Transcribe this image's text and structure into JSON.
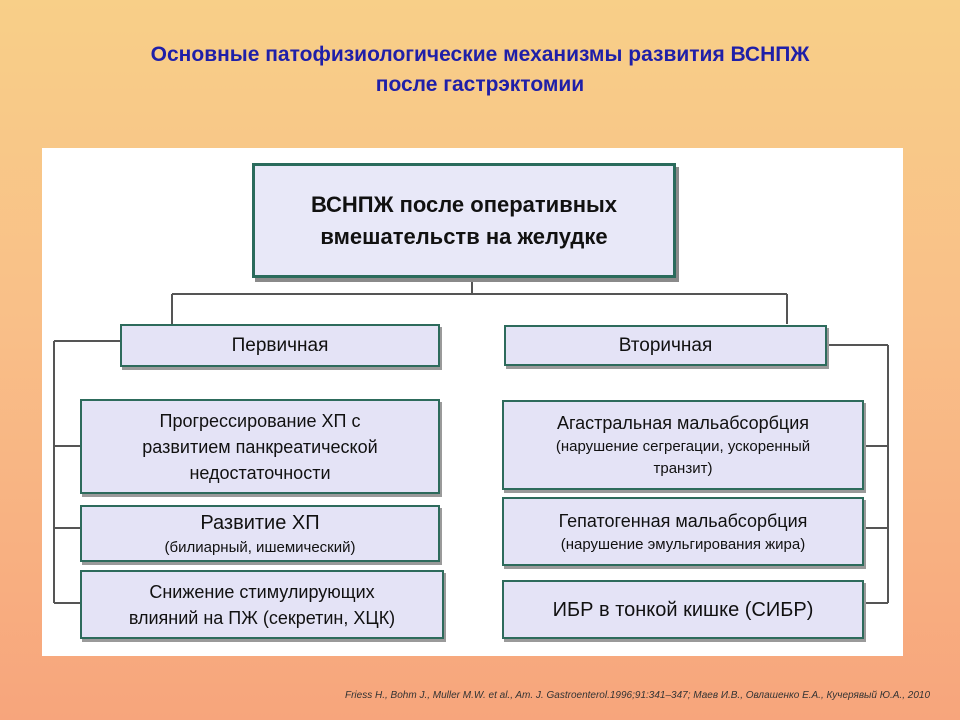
{
  "title": {
    "line1": "Основные патофизиологические механизмы развития ВСНПЖ",
    "line2": "после гастрэктомии"
  },
  "diagram": {
    "root": {
      "line1": "ВСНПЖ после оперативных",
      "line2": "вмешательств на желудке"
    },
    "primary": {
      "label": "Первичная",
      "items": [
        {
          "lines": [
            "Прогрессирование ХП с",
            "развитием панкреатической",
            "недостаточности"
          ]
        },
        {
          "main": "Развитие ХП",
          "detail": "(билиарный, ишемический)"
        },
        {
          "lines": [
            "Снижение стимулирующих",
            "влияний на ПЖ (секретин, ХЦК)"
          ]
        }
      ]
    },
    "secondary": {
      "label": "Вторичная",
      "items": [
        {
          "main": "Агастральная мальабсорбция",
          "detail_lines": [
            "(нарушение сегрегации, ускоренный",
            "транзит)"
          ]
        },
        {
          "main": "Гепатогенная мальабсорбция",
          "detail": "(нарушение эмульгирования жира)"
        },
        {
          "main": "ИБР в тонкой кишке (СИБР)"
        }
      ]
    }
  },
  "citation": "Friess H., Bohm J., Muller M.W. et al., Am. J. Gastroenterol.1996;91:341–347; Маев И.В., Овлашенко Е.А., Кучерявый Ю.А., 2010",
  "colors": {
    "title": "#1f1fa8",
    "box_fill": "#e4e3f6",
    "box_border": "#2d6b5c",
    "connector": "#555555"
  }
}
